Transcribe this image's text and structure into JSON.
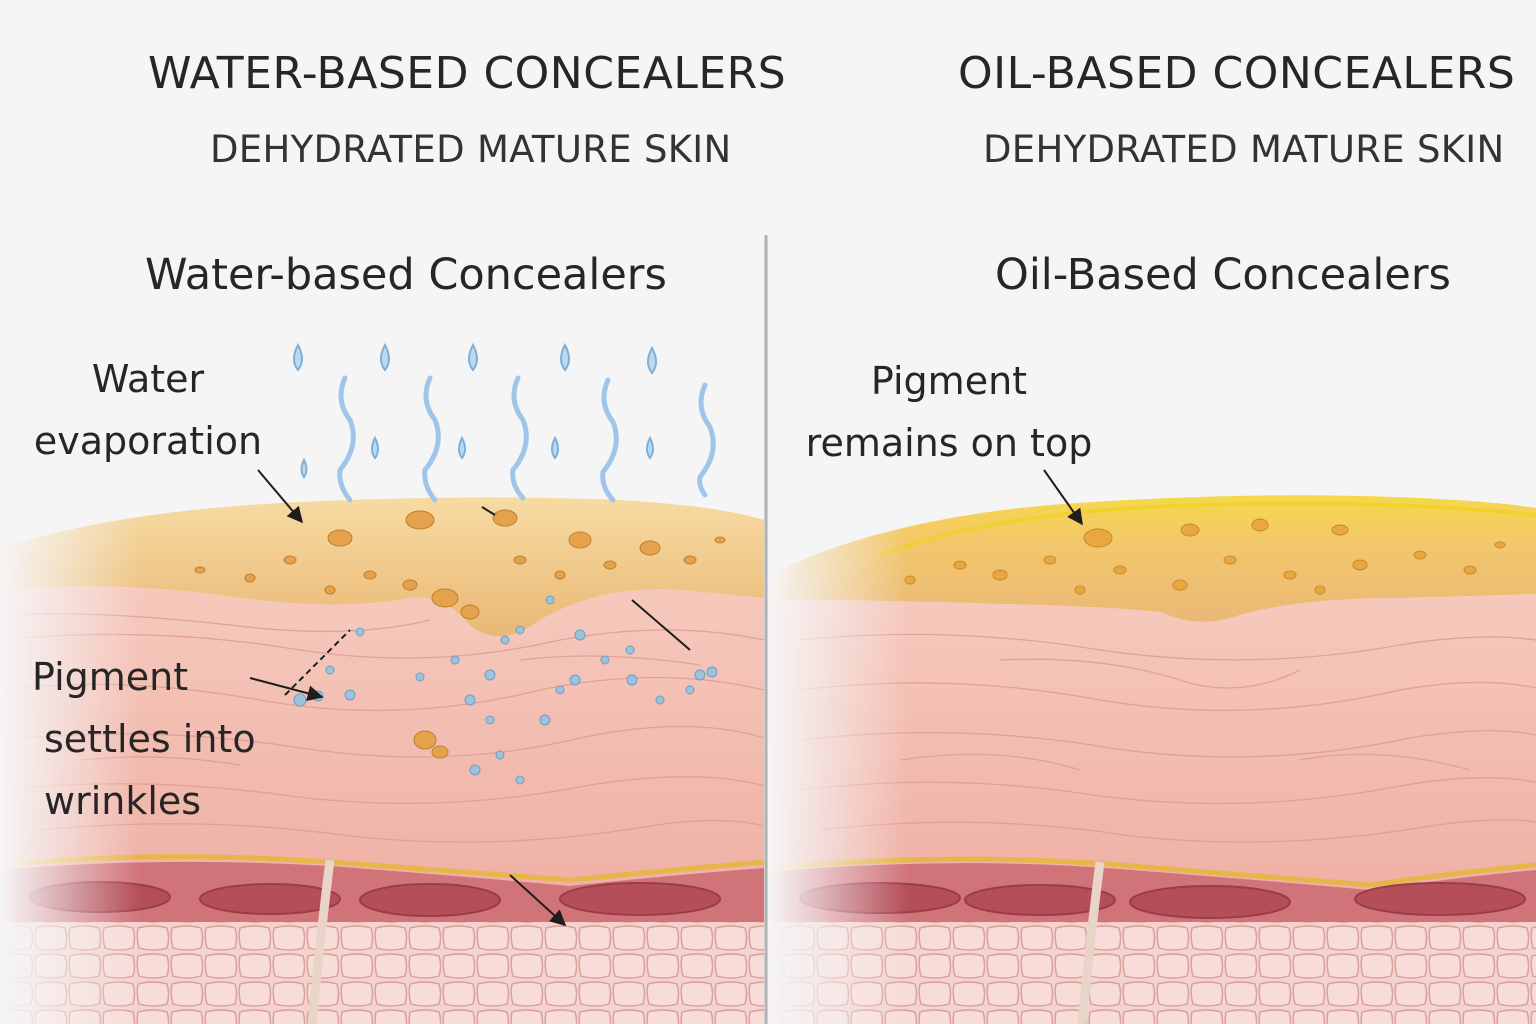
{
  "header": {
    "left_title": "WATER-BASED CONCEALERS",
    "left_subtitle": "DEHYDRATED MATURE SKIN",
    "right_title": "OIL-BASED CONCEALERS",
    "right_subtitle": "DEHYDRATED MATURE SKIN"
  },
  "left_panel": {
    "heading": "Water-based Concealers",
    "label_evaporation": [
      "Water",
      "evaporation"
    ],
    "label_pigment": [
      "Pigment",
      "settles into",
      "wrinkles"
    ],
    "concealer_color": "#f2c98a",
    "droplet_color": "#8fbfe6"
  },
  "right_panel": {
    "heading": "Oil-Based Concealers",
    "label_pigment": [
      "Pigment",
      "remains on top"
    ],
    "concealer_color": "#f3cf4a"
  },
  "colors": {
    "skin": "#f2b8ad",
    "skin_line": "#d98f86",
    "dermis_red": "#c8646c",
    "fat_cells": "#f3c6c2",
    "divider": "#b0b0b0"
  }
}
